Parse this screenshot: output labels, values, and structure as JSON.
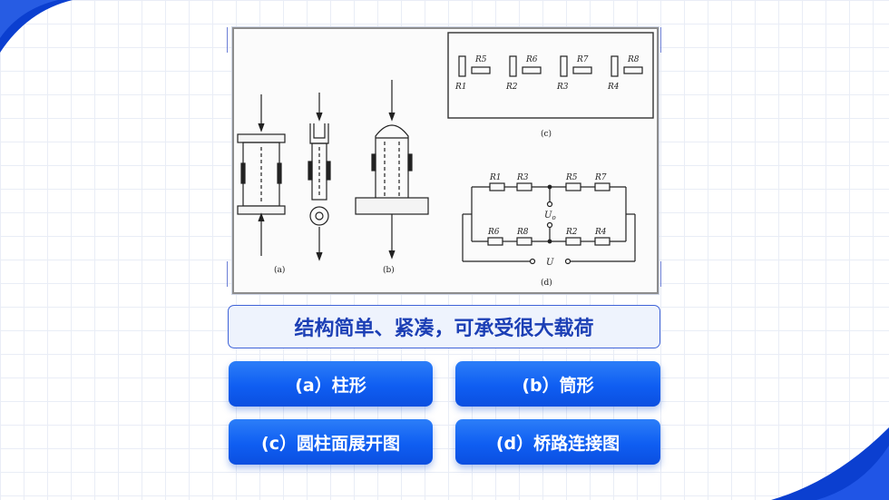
{
  "title": "结构简单、紧凑，可承受很大载荷",
  "buttons": {
    "a": "(a）柱形",
    "b": "(b）筒形",
    "c": "(c）圆柱面展开图",
    "d": "(d）桥路连接图"
  },
  "figure": {
    "label_a": "(a)",
    "label_b": "(b)",
    "label_c": "(c)",
    "label_d": "(d)",
    "top_row_labels": [
      "R5",
      "R6",
      "R7",
      "R8"
    ],
    "bottom_row_labels": [
      "R1",
      "R2",
      "R3",
      "R4"
    ],
    "bridge_top_labels": [
      "R1",
      "R3",
      "R5",
      "R7"
    ],
    "bridge_bottom_labels": [
      "R6",
      "R8",
      "R2",
      "R4"
    ],
    "output_label": "U",
    "output_sub": "o",
    "supply_label": "U"
  },
  "colors": {
    "accent": "#0f5ef2",
    "title_text": "#1c3fb5",
    "corner": "#0b3fd0"
  }
}
